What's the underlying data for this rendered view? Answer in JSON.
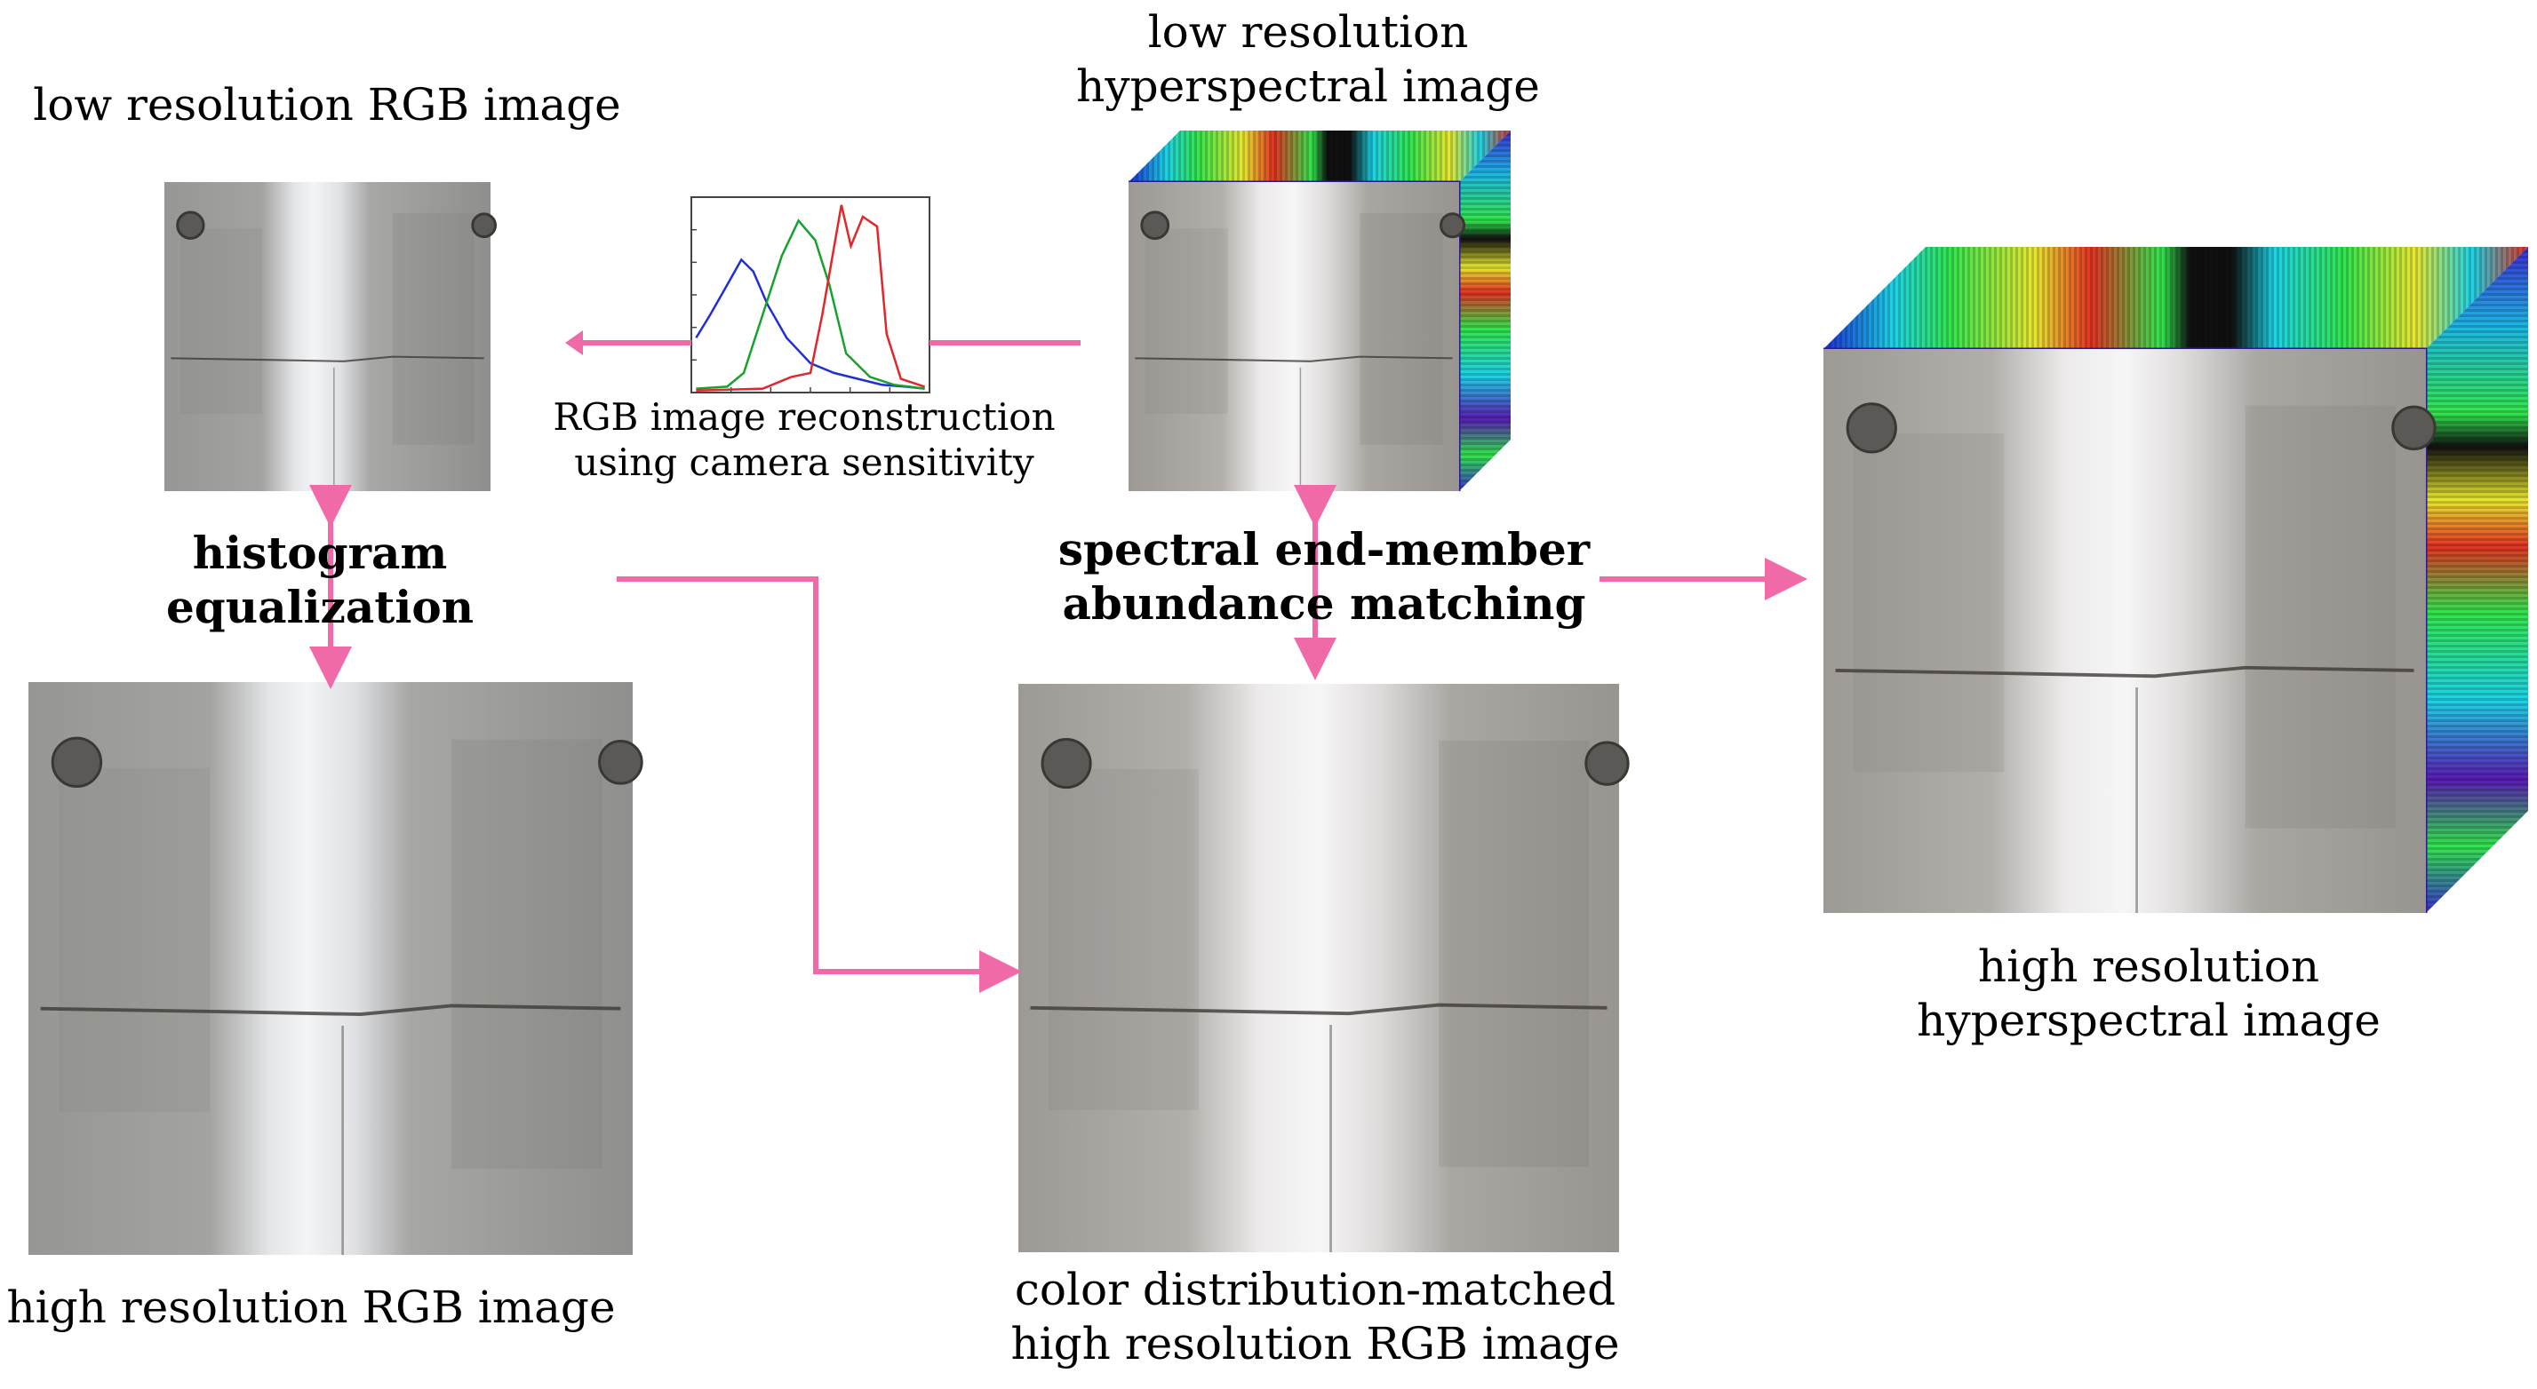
{
  "labels": {
    "low_rgb": "low resolution RGB image",
    "low_hsi": [
      "low resolution",
      "hyperspectral image"
    ],
    "reconstruction": [
      "RGB image reconstruction",
      "using camera sensitivity"
    ],
    "histogram": [
      "histogram",
      "equalization"
    ],
    "spectral": [
      "spectral end-member",
      "abundance matching"
    ],
    "high_rgb": "high resolution RGB image",
    "matched": [
      "color distribution-matched",
      "high resolution RGB image"
    ],
    "high_hsi": [
      "high resolution",
      "hyperspectral image"
    ]
  },
  "colors": {
    "arrow": "#f06aa8",
    "concrete": "#9b9b98",
    "crack_bright": "#ebedef",
    "curve_blue": "#1f2fd8",
    "curve_green": "#16a22c",
    "curve_red": "#e3262a"
  }
}
